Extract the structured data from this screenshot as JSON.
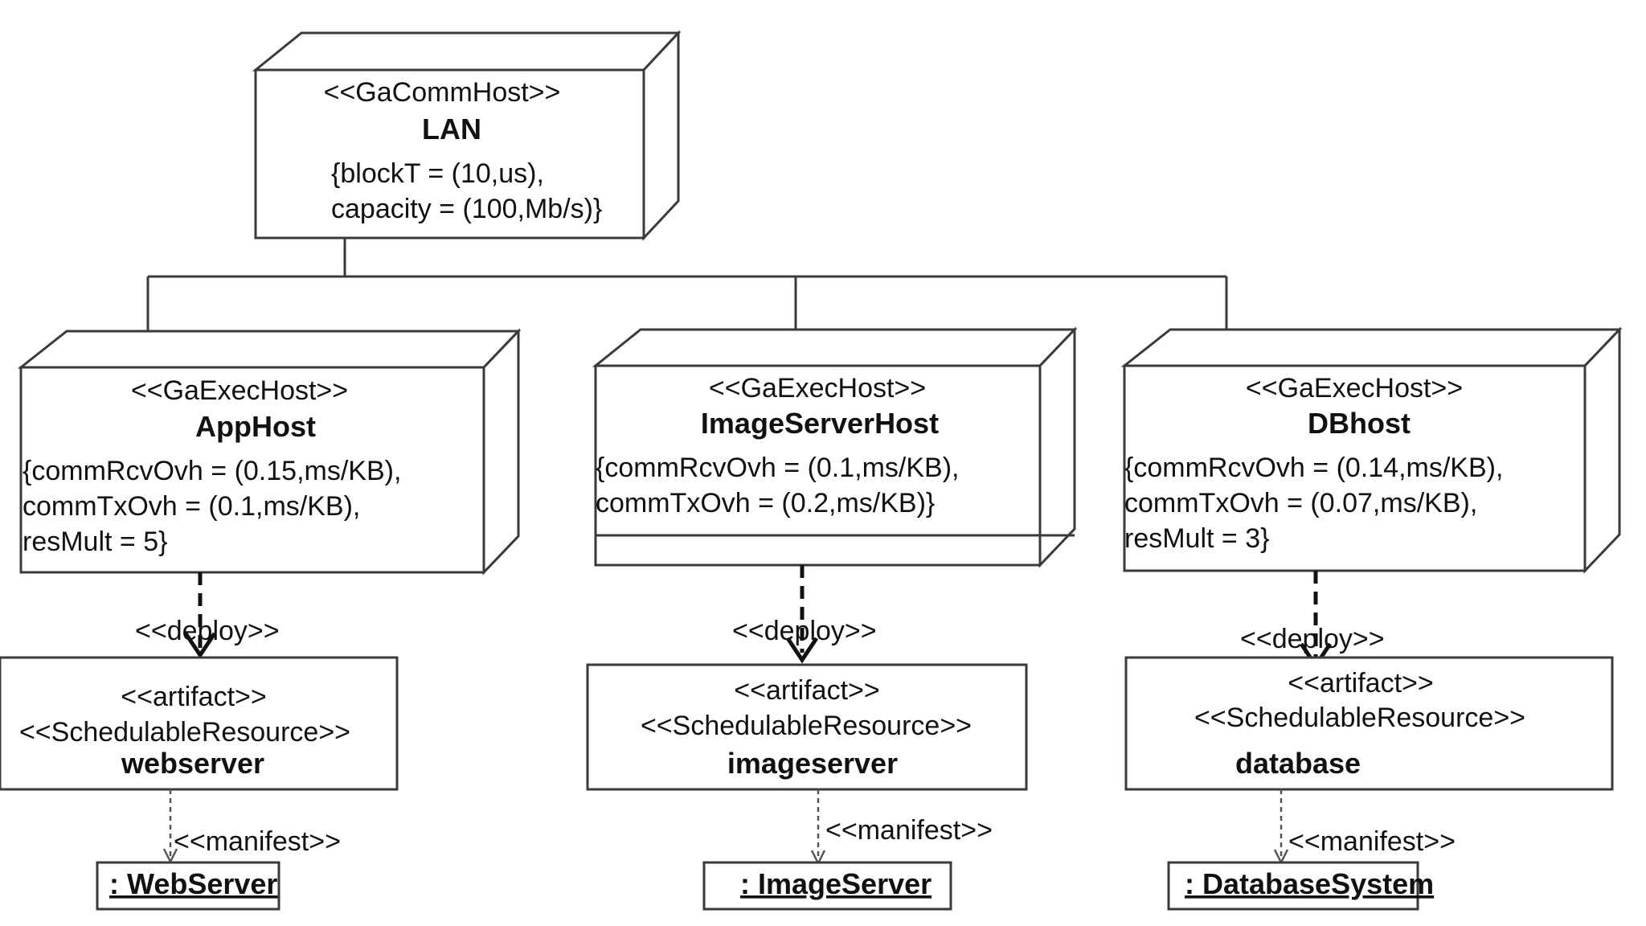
{
  "lan": {
    "stereotype": "<<GaCommHost>>",
    "name": "LAN",
    "attr_1": "{blockT = (10,us),",
    "attr_2": "capacity = (100,Mb/s)}"
  },
  "hosts": [
    {
      "stereotype": "<<GaExecHost>>",
      "name": "AppHost",
      "attr_1": "{commRcvOvh = (0.15,ms/KB),",
      "attr_2": "commTxOvh = (0.1,ms/KB),",
      "attr_3": "resMult = 5}"
    },
    {
      "stereotype": "<<GaExecHost>>",
      "name": "ImageServerHost",
      "attr_1": "{commRcvOvh = (0.1,ms/KB),",
      "attr_2": "commTxOvh = (0.2,ms/KB)}"
    },
    {
      "stereotype": "<<GaExecHost>>",
      "name": "DBhost",
      "attr_1": "{commRcvOvh = (0.14,ms/KB),",
      "attr_2": "commTxOvh = (0.07,ms/KB),",
      "attr_3": "resMult = 3}"
    }
  ],
  "deploy_label": "<<deploy>>",
  "manifest_label": "<<manifest>>",
  "artifacts": [
    {
      "stereotype_1": "<<artifact>>",
      "stereotype_2": "<<SchedulableResource>>",
      "name": "webserver",
      "instance": ": WebServer"
    },
    {
      "stereotype_1": "<<artifact>>",
      "stereotype_2": "<<SchedulableResource>>",
      "name": "imageserver",
      "instance": ": ImageServer"
    },
    {
      "stereotype_1": "<<artifact>>",
      "stereotype_2": "<<SchedulableResource>>",
      "name": "database",
      "instance": ": DatabaseSystem"
    }
  ]
}
